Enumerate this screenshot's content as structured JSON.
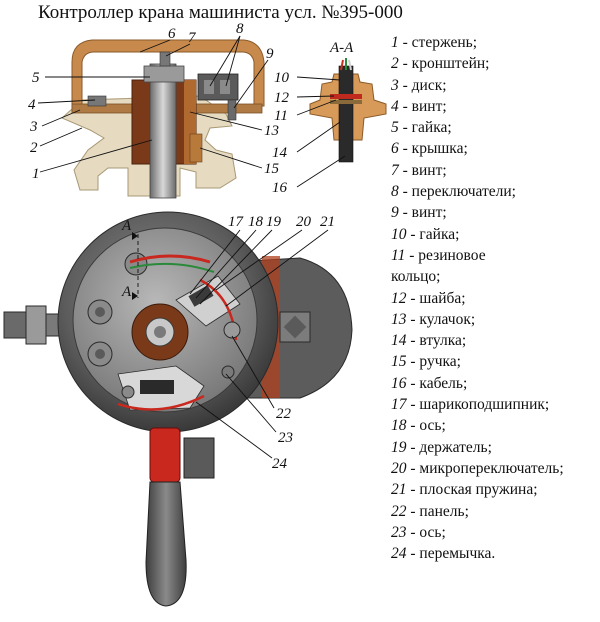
{
  "title": "Контроллер крана машиниста усл. №395-000",
  "section_label": "А-А",
  "section_mark": "А",
  "callout_numbers": [
    "1",
    "2",
    "3",
    "4",
    "5",
    "6",
    "7",
    "8",
    "9",
    "10",
    "11",
    "12",
    "13",
    "14",
    "15",
    "16",
    "17",
    "18",
    "19",
    "20",
    "21",
    "22",
    "23",
    "24"
  ],
  "legend": [
    {
      "num": "1",
      "text": " - стержень;"
    },
    {
      "num": "2",
      "text": " - кронштейн;"
    },
    {
      "num": "3",
      "text": " - диск;"
    },
    {
      "num": "4",
      "text": " - винт;"
    },
    {
      "num": "5",
      "text": " - гайка;"
    },
    {
      "num": "6",
      "text": " - крышка;"
    },
    {
      "num": "7",
      "text": " - винт;"
    },
    {
      "num": "8",
      "text": " - переключатели;"
    },
    {
      "num": "9",
      "text": " - винт;"
    },
    {
      "num": "10",
      "text": " - гайка;"
    },
    {
      "num": "11",
      "text": " - резиновое"
    },
    {
      "num": "",
      "text": "кольцо;"
    },
    {
      "num": "12",
      "text": " - шайба;"
    },
    {
      "num": "13",
      "text": " - кулачок;"
    },
    {
      "num": "14",
      "text": " - втулка;"
    },
    {
      "num": "15",
      "text": " - ручка;"
    },
    {
      "num": "16",
      "text": " - кабель;"
    },
    {
      "num": "17",
      "text": " - шарикоподшипник;"
    },
    {
      "num": "18",
      "text": " - ось;"
    },
    {
      "num": "19",
      "text": " - держатель;"
    },
    {
      "num": "20",
      "text": " - микропереключатель;"
    },
    {
      "num": "21",
      "text": " - плоская пружина;"
    },
    {
      "num": "22",
      "text": " - панель;"
    },
    {
      "num": "23",
      "text": " - ось;"
    },
    {
      "num": "24",
      "text": " - перемычка."
    }
  ],
  "colors": {
    "casting": "#e8dcc0",
    "cover": "#c48a4a",
    "metal_dark": "#4a4a4a",
    "metal_mid": "#8a8a8a",
    "cam_brown": "#7a3a1a",
    "handle_red": "#c8281e",
    "handle_grey": "#5a5a5a"
  }
}
